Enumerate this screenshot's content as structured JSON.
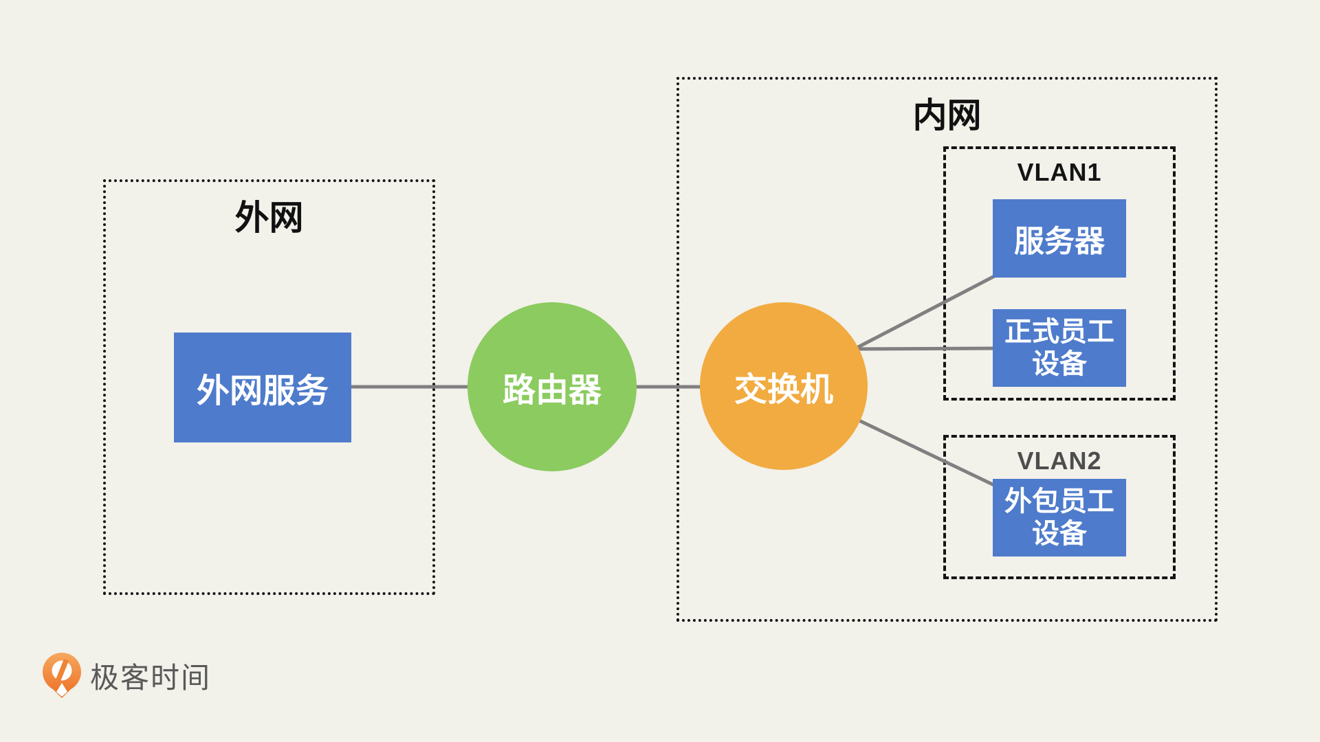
{
  "page": {
    "background_color": "#F2F1EA"
  },
  "diagram": {
    "zones": {
      "external": {
        "label": "外网",
        "border_style": "dotted"
      },
      "internal": {
        "label": "内网",
        "border_style": "dotted"
      },
      "vlan1": {
        "label": "VLAN1",
        "border_style": "dashed"
      },
      "vlan2": {
        "label": "VLAN2",
        "border_style": "dashed"
      }
    },
    "nodes": {
      "external_service": {
        "label": "外网服务",
        "shape": "rect",
        "color": "#4E7BCB"
      },
      "router": {
        "label": "路由器",
        "shape": "circle",
        "color": "#8BCB5F"
      },
      "switch": {
        "label": "交换机",
        "shape": "circle",
        "color": "#F1AB40"
      },
      "server": {
        "label": "服务器",
        "shape": "rect",
        "color": "#4E7BCB"
      },
      "staff_devices": {
        "line1": "正式员工",
        "line2": "设备",
        "shape": "rect",
        "color": "#4E7BCB"
      },
      "outsourced_devices": {
        "line1": "外包员工",
        "line2": "设备",
        "shape": "rect",
        "color": "#4E7BCB"
      }
    },
    "connections": [
      {
        "from": "external_service",
        "to": "router"
      },
      {
        "from": "router",
        "to": "switch"
      },
      {
        "from": "switch",
        "to": "server"
      },
      {
        "from": "switch",
        "to": "staff_devices"
      },
      {
        "from": "switch",
        "to": "outsourced_devices"
      }
    ],
    "edge_color": "#808080",
    "frame_color": "#141414"
  },
  "branding": {
    "logo_icon": "geektime-pin-icon",
    "logo_text": "极客时间",
    "logo_orange": "#ED7D2B",
    "text_color": "#595959"
  }
}
